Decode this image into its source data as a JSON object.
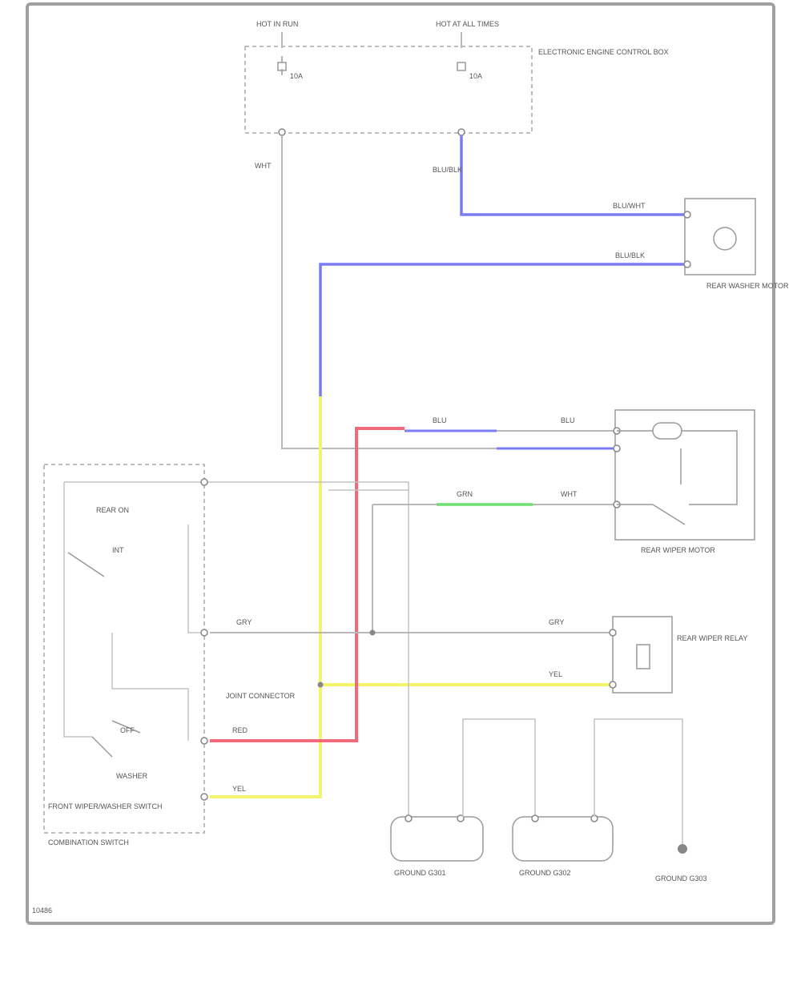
{
  "colors": {
    "background": "#ffffff",
    "frame": "#a0a0a0",
    "wire_gray": "#b8b8b8",
    "wire_blue": "#7b7cf4",
    "wire_red": "#f06a7a",
    "wire_yellow": "#f4f46a",
    "wire_green": "#6fe06f"
  },
  "diagram_id": "10486",
  "fuse_top": {
    "left_source": "HOT IN RUN",
    "right_source": "HOT AT ALL TIMES",
    "box_label": "ELECTRONIC ENGINE CONTROL BOX",
    "left_fuse": "10A",
    "right_fuse": "10A",
    "left_wire": "WHT",
    "right_wire": "BLU/BLK"
  },
  "rear_washer_motor": {
    "label": "REAR WASHER MOTOR",
    "wire_top": "BLU/WHT",
    "wire_bottom": "BLU/BLK"
  },
  "rear_wiper_motor": {
    "label": "REAR WIPER MOTOR",
    "wire_top": "BLU",
    "wire_green": "GRN",
    "wire_gray": "WHT"
  },
  "wiper_switch": {
    "label": "FRONT WIPER/WASHER SWITCH",
    "sub_label": "COMBINATION SWITCH",
    "rear_on": "REAR ON",
    "intermittent": "INT",
    "off": "OFF",
    "washer": "WASHER",
    "wire_red": "RED",
    "wire_yellow": "YEL",
    "wire_gray": "GRY"
  },
  "timer_unit": {
    "label": "REAR WIPER RELAY",
    "wire_top": "GRY",
    "wire_bottom": "YEL"
  },
  "junction": {
    "label": "JOINT CONNECTOR"
  },
  "grounds": {
    "g1": "GROUND G301",
    "g2": "GROUND G302",
    "g3": "GROUND G303"
  }
}
